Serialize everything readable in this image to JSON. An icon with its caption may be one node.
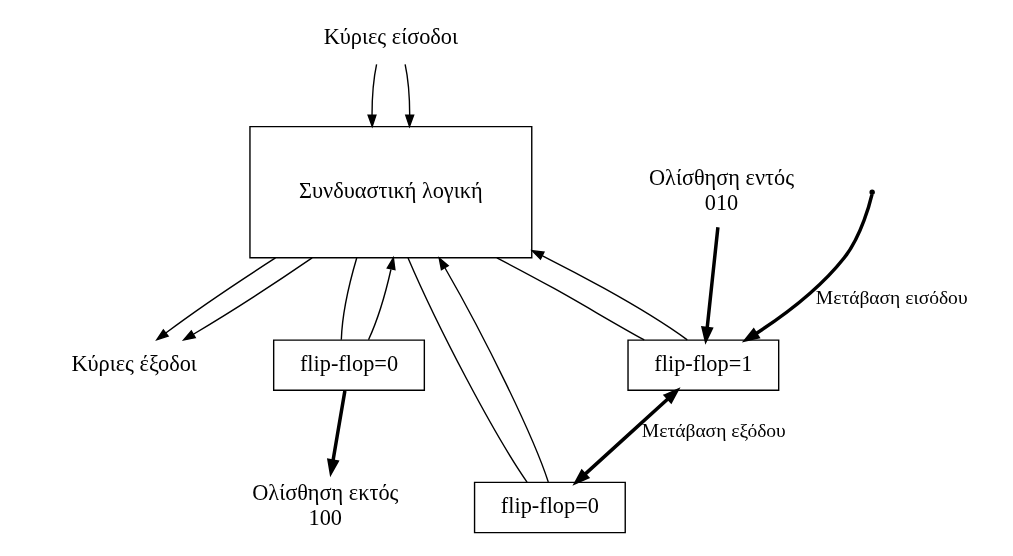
{
  "diagram": {
    "nodes": [
      {
        "text": [
          "Κύριες είσοδοι"
        ]
      },
      {
        "text": [
          "Συνδυαστική λογική"
        ]
      },
      {
        "text": [
          "Κύριες έξοδοι"
        ]
      },
      {
        "text": [
          "flip-flop=0"
        ]
      },
      {
        "text": [
          "flip-flop=0"
        ]
      },
      {
        "text": [
          "flip-flop=1"
        ]
      },
      {
        "text": [
          "Ολίσθηση εκτός",
          "100"
        ]
      },
      {
        "text": [
          "Ολίσθηση εντός",
          "010"
        ]
      }
    ],
    "edges": [
      {
        "from": 0,
        "to": 1,
        "arrow": "to"
      },
      {
        "from": 0,
        "to": 1,
        "arrow": "to"
      },
      {
        "from": 1,
        "to": 2,
        "arrow": "to"
      },
      {
        "from": 1,
        "to": 2,
        "arrow": "to"
      },
      {
        "from": 5,
        "to": 1,
        "arrow": "to"
      },
      {
        "from": 4,
        "to": 1,
        "arrow": "to"
      },
      {
        "from": 3,
        "to": 1,
        "arrow": "to"
      },
      {
        "from": 1,
        "to": 3,
        "arrow": "none"
      },
      {
        "from": 1,
        "to": 4,
        "arrow": "none"
      },
      {
        "from": 1,
        "to": 5,
        "arrow": "none"
      },
      {
        "from": 3,
        "to": 6,
        "arrow": "to",
        "style": "thick"
      },
      {
        "from": 5,
        "to": 4,
        "arrow": "both",
        "style": "thick",
        "label": "Μετάβαση εξόδου"
      },
      {
        "from": 7,
        "to": 5,
        "arrow": "to",
        "style": "thick"
      },
      {
        "from": null,
        "to": 5,
        "arrow": "to",
        "style": "thick",
        "label": "Μετάβαση εισόδου"
      }
    ]
  }
}
